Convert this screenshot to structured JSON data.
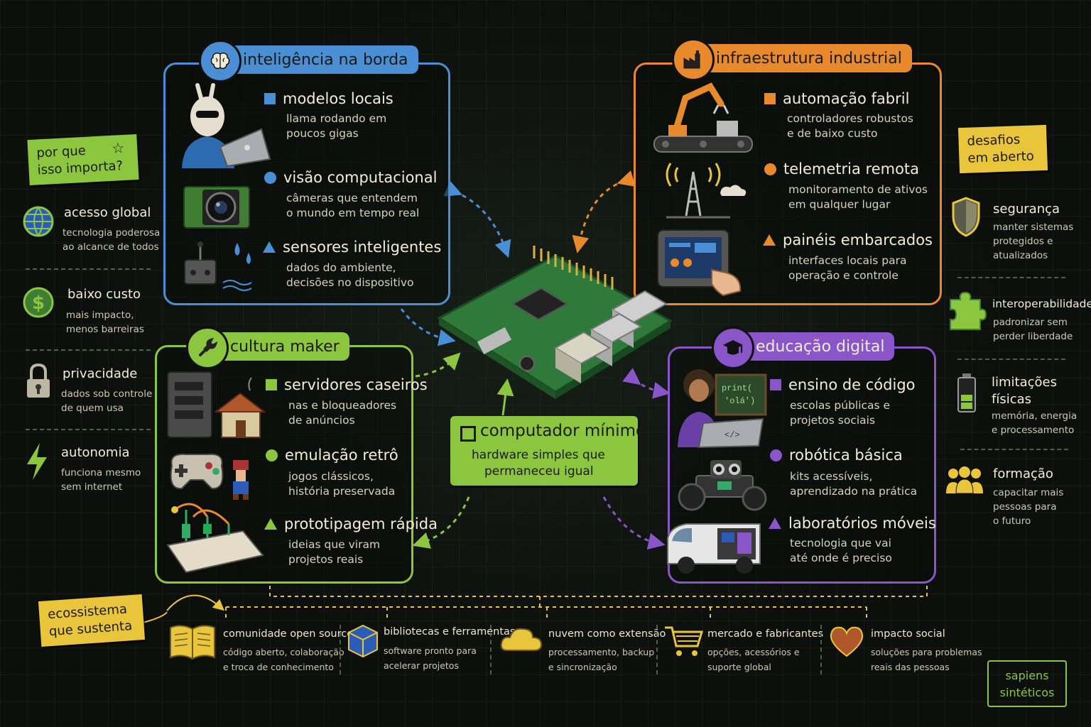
{
  "colors": {
    "blue": "#4a8fd6",
    "orange": "#e8892b",
    "green": "#8cc63f",
    "purple": "#8a55c8",
    "yellow": "#e8c53a"
  },
  "top_left_panel": {
    "title": "inteligência na borda",
    "icon": "brain-icon",
    "items": [
      {
        "head": "modelos locais",
        "sub1": "llama rodando em",
        "sub2": "poucos gigas",
        "bullet": "square",
        "image": "llama-laptop-image"
      },
      {
        "head": "visão computacional",
        "sub1": "câmeras que entendem",
        "sub2": "o mundo em tempo real",
        "bullet": "circle",
        "image": "camera-module-image"
      },
      {
        "head": "sensores inteligentes",
        "sub1": "dados do ambiente,",
        "sub2": "decisões no dispositivo",
        "bullet": "triangle",
        "image": "sensor-image"
      }
    ]
  },
  "top_right_panel": {
    "title": "infraestrutura industrial",
    "icon": "factory-icon",
    "items": [
      {
        "head": "automação fabril",
        "sub1": "controladores robustos",
        "sub2": "e de baixo custo",
        "bullet": "square",
        "image": "robot-arm-image"
      },
      {
        "head": "telemetria remota",
        "sub1": "monitoramento de ativos",
        "sub2": "em qualquer lugar",
        "bullet": "circle",
        "image": "antenna-tower-image"
      },
      {
        "head": "painéis embarcados",
        "sub1": "interfaces locais para",
        "sub2": "operação e controle",
        "bullet": "triangle",
        "image": "touch-panel-image"
      }
    ]
  },
  "bottom_left_panel": {
    "title": "cultura maker",
    "icon": "wrench-icon",
    "items": [
      {
        "head": "servidores caseiros",
        "sub1": "nas e bloqueadores",
        "sub2": "de anúncios",
        "bullet": "square",
        "image": "home-server-image"
      },
      {
        "head": "emulação retrô",
        "sub1": "jogos clássicos,",
        "sub2": "história preservada",
        "bullet": "circle",
        "image": "gamepad-image"
      },
      {
        "head": "prototipagem rápida",
        "sub1": "ideias que viram",
        "sub2": "projetos reais",
        "bullet": "triangle",
        "image": "breadboard-image"
      }
    ]
  },
  "bottom_right_panel": {
    "title": "educação digital",
    "icon": "graduation-cap-icon",
    "items": [
      {
        "head": "ensino de código",
        "sub1": "escolas públicas e",
        "sub2": "projetos sociais",
        "bullet": "square",
        "image": "student-laptop-image"
      },
      {
        "head": "robótica básica",
        "sub1": "kits acessíveis,",
        "sub2": "aprendizado na prática",
        "bullet": "circle",
        "image": "robot-car-image"
      },
      {
        "head": "laboratórios móveis",
        "sub1": "tecnologia que vai",
        "sub2": "até onde é preciso",
        "bullet": "triangle",
        "image": "van-image"
      }
    ],
    "code_board_line1": "print(",
    "code_board_line2": "'olá')"
  },
  "center": {
    "title": "computador mínimo",
    "sub1": "hardware simples que",
    "sub2": "permaneceu igual"
  },
  "left_sidebar": {
    "sticky_line1": "por que",
    "sticky_line2": "isso importa?",
    "items": [
      {
        "head": "acesso global",
        "sub1": "tecnologia poderosa",
        "sub2": "ao alcance de todos",
        "icon": "globe-icon"
      },
      {
        "head": "baixo custo",
        "sub1": "mais impacto,",
        "sub2": "menos barreiras",
        "icon": "dollar-icon"
      },
      {
        "head": "privacidade",
        "sub1": "dados sob controle",
        "sub2": "de quem usa",
        "icon": "padlock-icon"
      },
      {
        "head": "autonomia",
        "sub1": "funciona mesmo",
        "sub2": "sem internet",
        "icon": "lightning-icon"
      }
    ]
  },
  "right_sidebar": {
    "sticky_line1": "desafios",
    "sticky_line2": "em aberto",
    "items": [
      {
        "head": "segurança",
        "sub1": "manter sistemas",
        "sub2": "protegidos e",
        "sub3": "atualizados",
        "icon": "shield-icon"
      },
      {
        "head": "interoperabilidade",
        "sub1": "padronizar sem",
        "sub2": "perder liberdade",
        "sub3": "",
        "icon": "puzzle-icon"
      },
      {
        "head1": "limitações",
        "head2": "físicas",
        "sub1": "memória, energia",
        "sub2": "e processamento",
        "icon": "battery-icon"
      },
      {
        "head": "formação",
        "sub1": "capacitar mais",
        "sub2": "pessoas para",
        "sub3": "o futuro",
        "icon": "people-icon"
      }
    ]
  },
  "ecosystem": {
    "sticky_line1": "ecossistema",
    "sticky_line2": "que sustenta",
    "items": [
      {
        "head": "comunidade open source",
        "sub1": "código aberto, colaboração",
        "sub2": "e troca de conhecimento",
        "icon": "book-icon"
      },
      {
        "head": "bibliotecas e ferramentas",
        "sub1": "software pronto para",
        "sub2": "acelerar projetos",
        "icon": "cube-icon"
      },
      {
        "head": "nuvem como extensão",
        "sub1": "processamento, backup",
        "sub2": "e sincronização",
        "icon": "cloud-icon"
      },
      {
        "head": "mercado e fabricantes",
        "sub1": "opções, acessórios e",
        "sub2": "suporte global",
        "icon": "cart-icon"
      },
      {
        "head": "impacto social",
        "sub1": "soluções para problemas",
        "sub2": "reais das pessoas",
        "icon": "heart-icon"
      }
    ]
  },
  "signature": {
    "line1": "sapiens",
    "line2": "sintéticos"
  }
}
